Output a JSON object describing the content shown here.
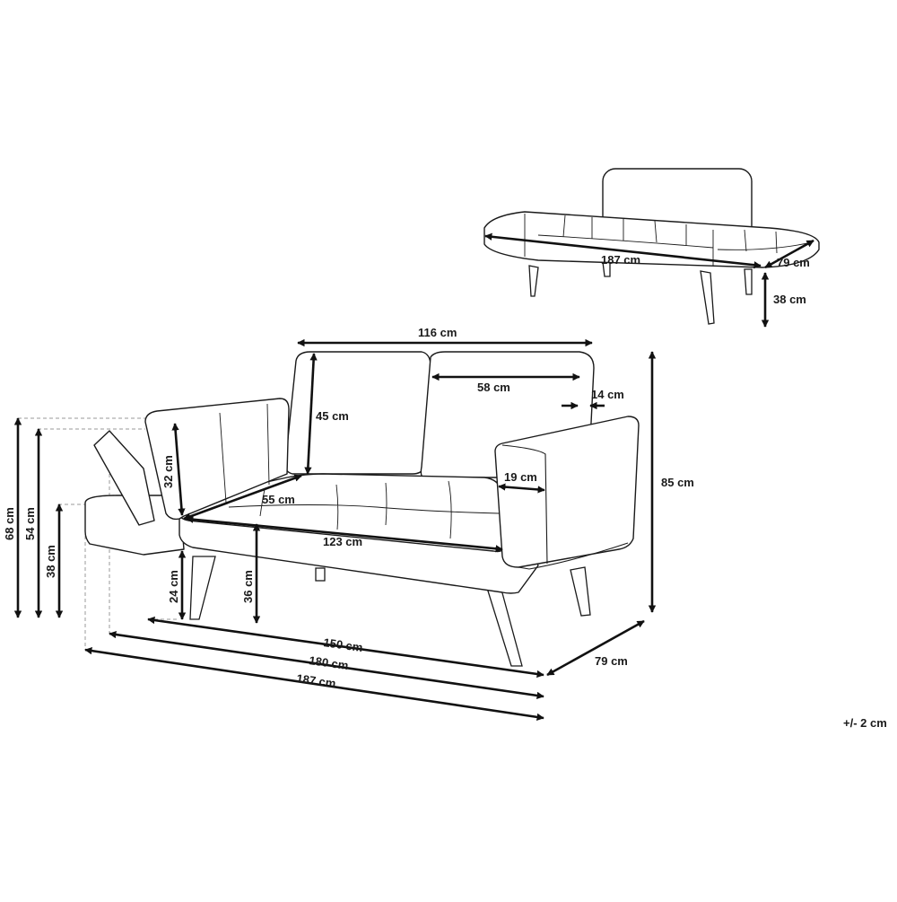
{
  "labels": {
    "small_length": "187 cm",
    "small_depth": "79 cm",
    "small_height": "38 cm",
    "back_width": "116 cm",
    "cushion_width": "58 cm",
    "gap": "14 cm",
    "back_height": "45 cm",
    "total_height": "85 cm",
    "arm_height": "32 cm",
    "seat_depth": "55 cm",
    "arm_width": "19 cm",
    "seat_width": "123 cm",
    "leg_height": "24 cm",
    "seat_height": "36 cm",
    "h68": "68 cm",
    "h54": "54 cm",
    "h38": "38 cm",
    "w150": "150 cm",
    "w180": "180 cm",
    "w187": "187 cm",
    "depth": "79 cm",
    "tolerance": "+/- 2 cm"
  }
}
